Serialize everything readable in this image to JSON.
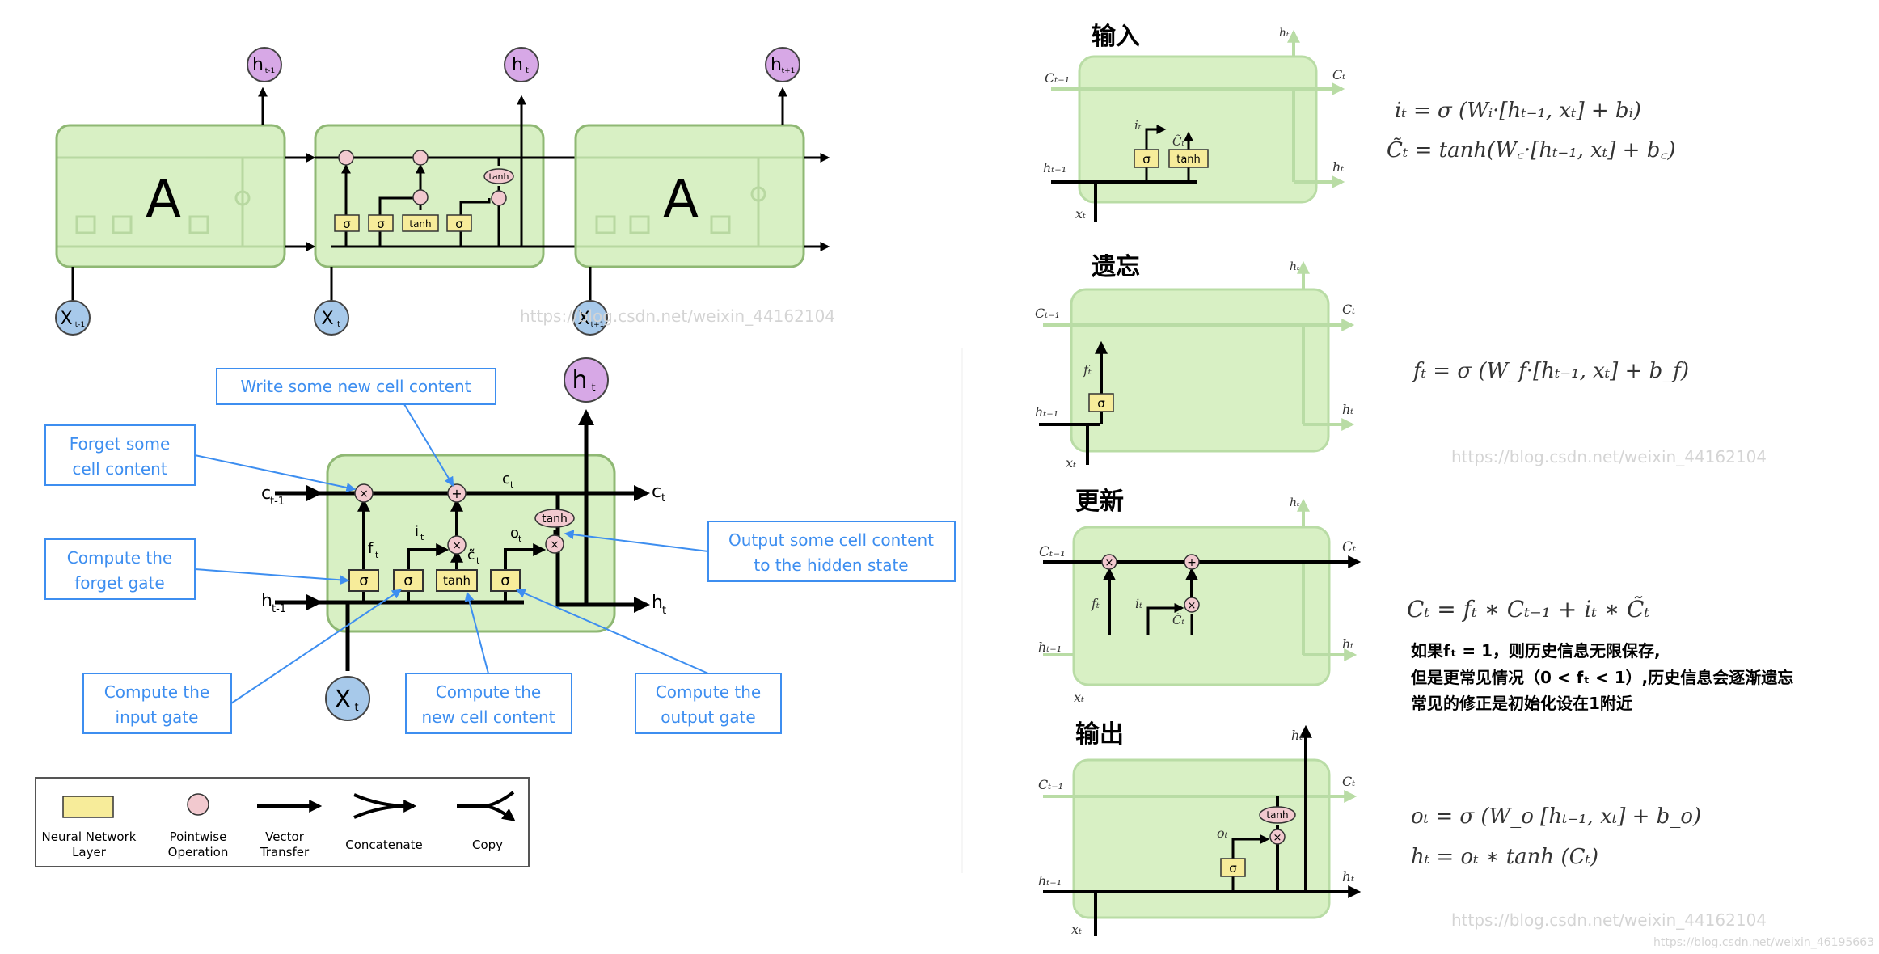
{
  "colors": {
    "cell_fill": "#d8f0c4",
    "cell_stroke": "#8fb874",
    "gate_fill": "#f7ec9a",
    "op_fill": "#f2c9cf",
    "h_fill": "#d7a8e6",
    "x_fill": "#a7c9ea",
    "callout_blue": "#3d8ef0"
  },
  "top_chain": {
    "block_label": "A",
    "h_prev": "h",
    "h_prev_sub": "t-1",
    "h_cur": "h",
    "h_cur_sub": "t",
    "h_next": "h",
    "h_next_sub": "t+1",
    "x_prev": "X",
    "x_prev_sub": "t-1",
    "x_cur": "X",
    "x_cur_sub": "t",
    "x_next": "X",
    "x_next_sub": "t+1",
    "sigma": "σ",
    "tanh": "tanh",
    "mult": "×",
    "plus": "+",
    "watermark": "https://blog.csdn.net/weixin_44162104"
  },
  "detail": {
    "callouts": {
      "write": "Write some new cell content",
      "forget_content_1": "Forget some",
      "forget_content_2": "cell content",
      "forget_gate_1": "Compute the",
      "forget_gate_2": "forget gate",
      "output_content_1": "Output some cell content",
      "output_content_2": "to the hidden state",
      "input_gate_1": "Compute the",
      "input_gate_2": "input gate",
      "new_content_1": "Compute the",
      "new_content_2": "new cell content",
      "output_gate_1": "Compute the",
      "output_gate_2": "output gate"
    },
    "c_prev": "c",
    "c_prev_sub": "t-1",
    "c_cur": "c",
    "c_cur_sub": "t",
    "c_out": "c",
    "c_out_sub": "t",
    "h_prev": "h",
    "h_prev_sub": "t-1",
    "h_out": "h",
    "h_out_sub": "t",
    "h_top": "h",
    "h_top_sub": "t",
    "x_in": "X",
    "x_in_sub": "t",
    "f": "f",
    "f_sub": "t",
    "i": "i",
    "i_sub": "t",
    "o": "o",
    "o_sub": "t",
    "c_tilde": "c̃",
    "c_tilde_sub": "t"
  },
  "legend": [
    {
      "label_1": "Neural Network",
      "label_2": "Layer"
    },
    {
      "label_1": "Pointwise",
      "label_2": "Operation"
    },
    {
      "label_1": "Vector",
      "label_2": "Transfer"
    },
    {
      "label_1": "Concatenate",
      "label_2": ""
    },
    {
      "label_1": "Copy",
      "label_2": ""
    }
  ],
  "panels": [
    {
      "title": "输入",
      "eq1": "iₜ = σ (Wᵢ·[hₜ₋₁, xₜ] + bᵢ)",
      "eq2": "C̃ₜ = tanh(W꜀·[hₜ₋₁, xₜ] + b꜀)"
    },
    {
      "title": "遗忘",
      "eq1": "fₜ = σ (W_f·[hₜ₋₁, xₜ] + b_f)",
      "watermark": "https://blog.csdn.net/weixin_44162104"
    },
    {
      "title": "更新",
      "eq1": "Cₜ = fₜ ∗ Cₜ₋₁ + iₜ ∗ C̃ₜ",
      "note1": "如果fₜ = 1，则历史信息无限保存,",
      "note2": "但是更常见情况（0 < fₜ < 1）,历史信息会逐渐遗忘",
      "note3": "常见的修正是初始化设在1附近"
    },
    {
      "title": "输出",
      "eq1": "oₜ = σ (W_o [hₜ₋₁, xₜ] + b_o)",
      "eq2": "hₜ = oₜ ∗ tanh (Cₜ)",
      "watermark": "https://blog.csdn.net/weixin_44162104",
      "watermark2": "https://blog.csdn.net/weixin_46195663"
    }
  ],
  "mini_labels": {
    "c_prev": "Cₜ₋₁",
    "c_t": "Cₜ",
    "h_prev": "hₜ₋₁",
    "h_t": "hₜ",
    "x_t": "xₜ",
    "f_t": "fₜ",
    "i_t": "iₜ",
    "o_t": "oₜ",
    "ct_tilde": "C̃ₜ"
  }
}
